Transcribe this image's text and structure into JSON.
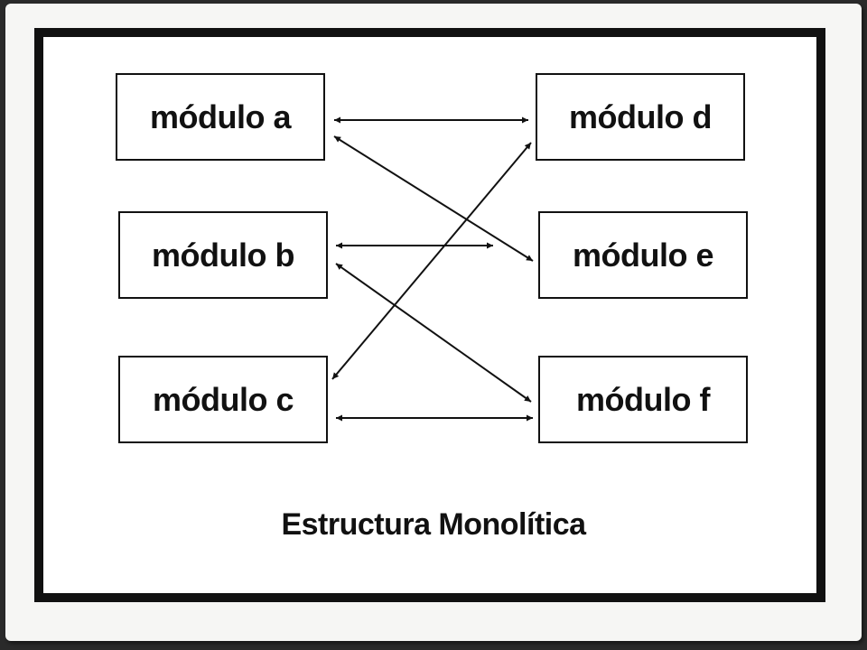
{
  "diagram": {
    "title": "Estructura Monolítica",
    "modules": [
      {
        "id": "a",
        "label": "módulo a"
      },
      {
        "id": "b",
        "label": "módulo b"
      },
      {
        "id": "c",
        "label": "módulo c"
      },
      {
        "id": "d",
        "label": "módulo d"
      },
      {
        "id": "e",
        "label": "módulo e"
      },
      {
        "id": "f",
        "label": "módulo f"
      }
    ],
    "connections": [
      {
        "from": "a",
        "to": "d",
        "bidirectional": true
      },
      {
        "from": "a",
        "to": "e",
        "bidirectional": true
      },
      {
        "from": "b",
        "to": "e",
        "bidirectional": true
      },
      {
        "from": "b",
        "to": "f",
        "bidirectional": true
      },
      {
        "from": "c",
        "to": "d",
        "bidirectional": true
      },
      {
        "from": "c",
        "to": "f",
        "bidirectional": true
      }
    ],
    "colors": {
      "line": "#111111",
      "background": "#ffffff",
      "frame": "#111111"
    }
  }
}
